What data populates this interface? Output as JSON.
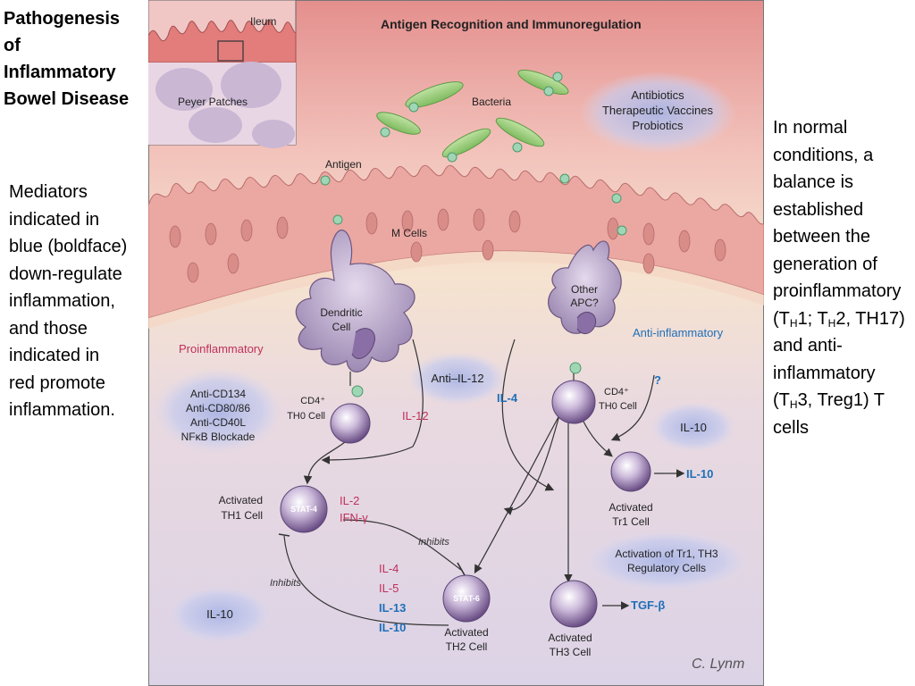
{
  "slide": {
    "title": "Pathogenesis\nof\nInflammatory\nBowel Disease",
    "left_note": "Mediators\nindicated in\nblue (boldface)\ndown-regulate\ninflammation,\nand those\nindicated in\nred promote\ninflammation.",
    "right_note": {
      "p1": " In normal conditions, a balance is established between the generation of proinflammatory (T",
      "s1": "H",
      "p2": "1; T",
      "s2": "H",
      "p3": "2, TH17) and anti-inflammatory (T",
      "s3": "H",
      "p4": "3, Treg1) T cells"
    }
  },
  "figure": {
    "title": "Antigen Recognition and Immunoregulation",
    "inset": {
      "ileum": "Ileum",
      "peyer": "Peyer Patches"
    },
    "labels": {
      "bacteria": "Bacteria",
      "antigen": "Antigen",
      "m_cells": "M Cells",
      "dendritic_1": "Dendritic",
      "dendritic_2": "Cell",
      "other_apc_1": "Other",
      "other_apc_2": "APC?",
      "proinflammatory": "Proinflammatory",
      "anti_inflammatory": "Anti-inflammatory",
      "therapy_1": "Antibiotics",
      "therapy_2": "Therapeutic Vaccines",
      "therapy_3": "Probiotics",
      "anti_il12": "Anti–IL-12",
      "blockers_1": "Anti-CD134",
      "blockers_2": "Anti-CD80/86",
      "blockers_3": "Anti-CD40L",
      "blockers_4": "NFκB Blockade",
      "cd4_left_1": "CD4⁺",
      "cd4_left_2": "TH0 Cell",
      "cd4_right_1": "CD4⁺",
      "cd4_right_2": "TH0 Cell",
      "il12": "IL-12",
      "il4_top": "IL-4",
      "question": "?",
      "il10_right_bubble": "IL-10",
      "il10_tr1": "IL-10",
      "tr1_1": "Activated",
      "tr1_2": "Tr1 Cell",
      "th1_1": "Activated",
      "th1_2": "TH1 Cell",
      "stat4": "STAT-4",
      "il2": "IL-2",
      "ifn": "IFN-γ",
      "inhibits_1": "Inhibits",
      "inhibits_2": "Inhibits",
      "th2_il4": "IL-4",
      "th2_il5": "IL-5",
      "th2_il13": "IL-13",
      "th2_il10": "IL-10",
      "stat6": "STAT-6",
      "th2_1": "Activated",
      "th2_2": "TH2 Cell",
      "il10_left_bubble": "IL-10",
      "reg_1": "Activation of Tr1, TH3",
      "reg_2": "Regulatory Cells",
      "tgf": "TGF-β",
      "th3_1": "Activated",
      "th3_2": "TH3 Cell",
      "signature": "C. Lynm"
    },
    "colors": {
      "proinflammatory": "#c0305a",
      "anti_inflammatory": "#1f6fb8",
      "text": "#222222",
      "epithelium": "#e9a6a4",
      "lumen": "#f2c2bb"
    }
  }
}
